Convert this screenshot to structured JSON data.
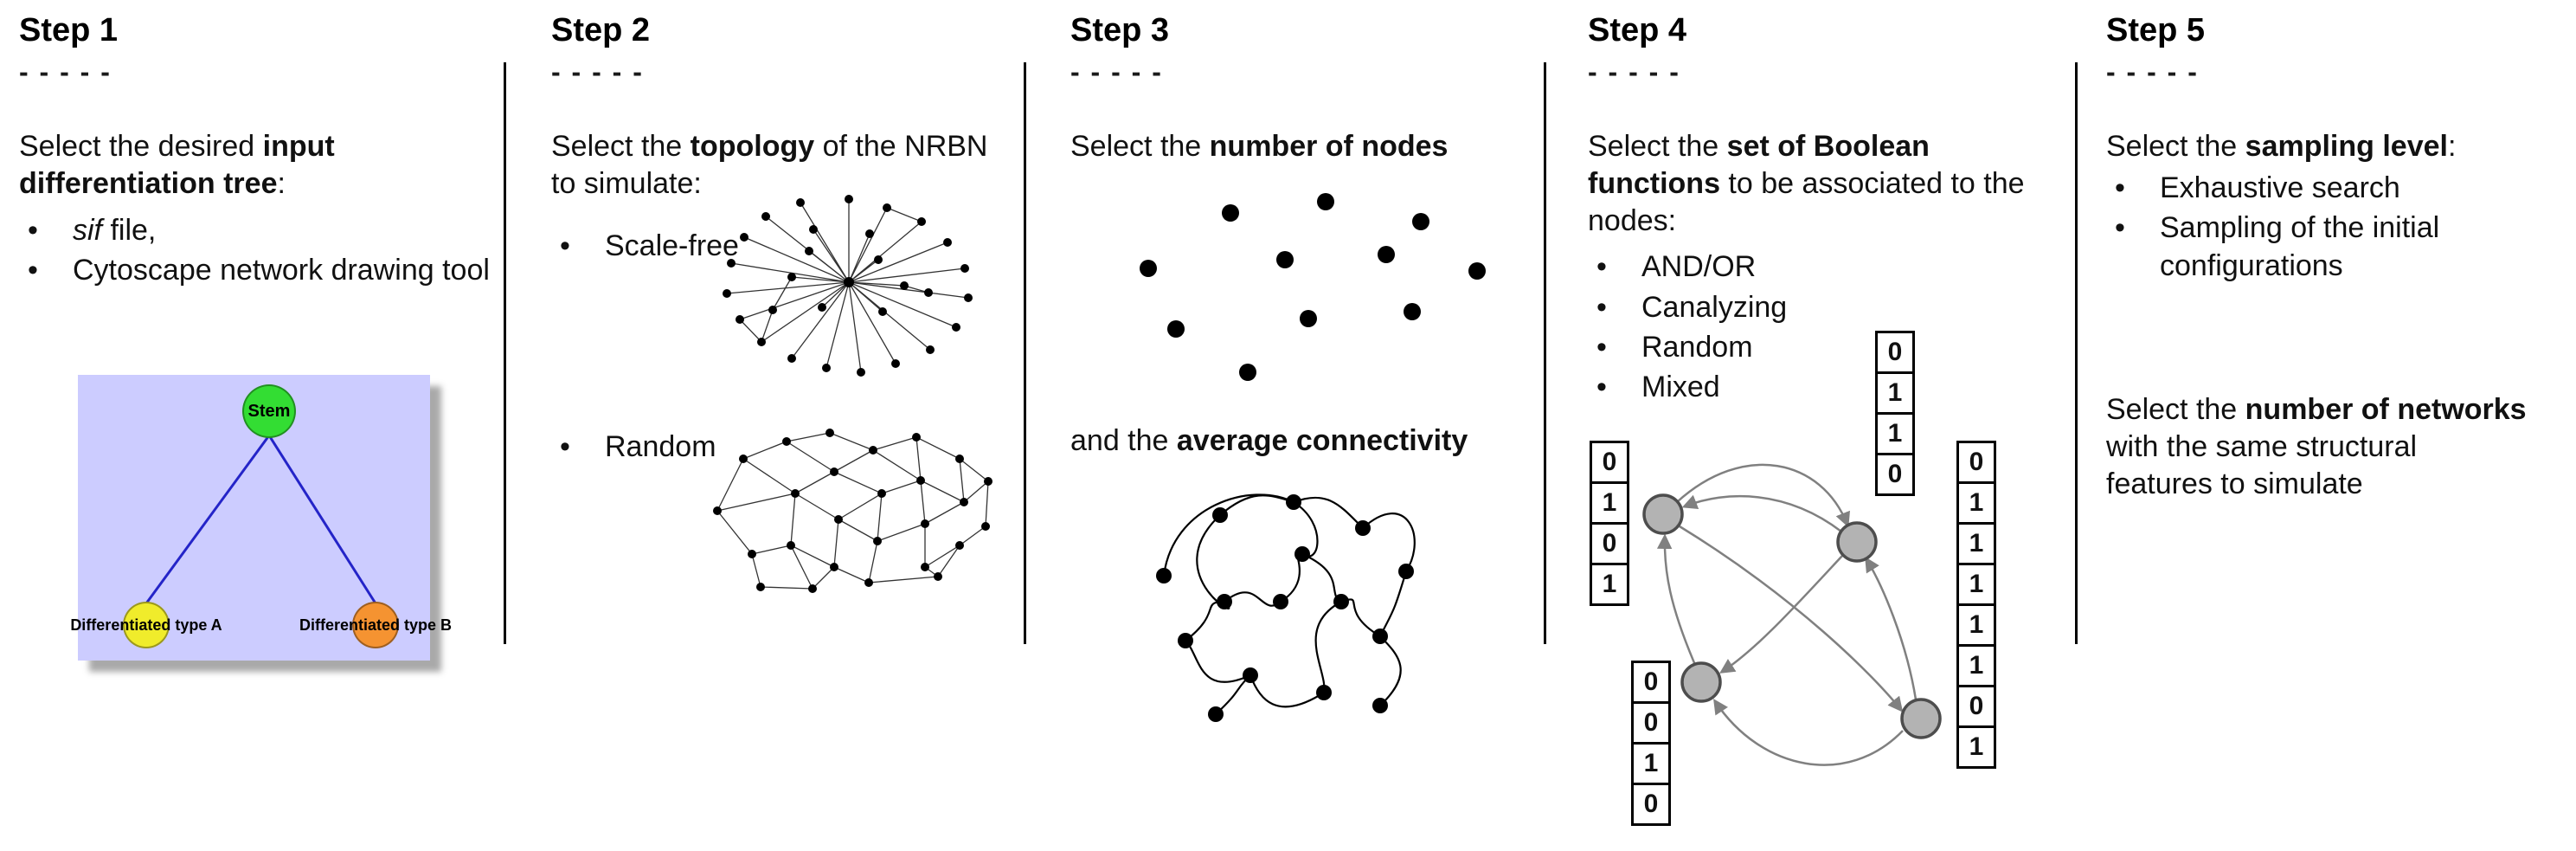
{
  "ui": {
    "bullet": "•"
  },
  "divider_color": "#000000",
  "steps": [
    {
      "title": "Step 1",
      "dashes": "- - - - -",
      "para": {
        "pre": "Select the desired ",
        "bold": "input differentiation tree",
        "post": ":"
      },
      "bullets": [
        {
          "italic": "sif",
          "rest": " file,"
        },
        {
          "text": "Cytoscape network drawing tool"
        }
      ],
      "tree": {
        "background": "#ccccff",
        "edge_color": "#2424c8",
        "nodes": [
          {
            "label": "Stem",
            "color": "#33dd33"
          },
          {
            "label": "Differentiated type A",
            "color": "#f0ec2b"
          },
          {
            "label": "Differentiated type B",
            "color": "#f59331"
          }
        ]
      }
    },
    {
      "title": "Step 2",
      "dashes": "- - - - -",
      "para": {
        "pre": "Select the ",
        "bold": "topology",
        "post": " of the NRBN to simulate:"
      },
      "bullets": [
        {
          "text": "Scale-free"
        },
        {
          "text": "Random"
        }
      ]
    },
    {
      "title": "Step 3",
      "dashes": "- - - - -",
      "para": {
        "pre": "Select the ",
        "bold": "number of nodes",
        "post": ""
      },
      "para2": {
        "pre": "and the ",
        "bold": "average connectivity",
        "post": ""
      }
    },
    {
      "title": "Step 4",
      "dashes": "- - - - -",
      "para": {
        "pre": "Select the ",
        "bold": "set of Boolean functions",
        "post": " to be associated to the nodes:"
      },
      "bullets": [
        {
          "text": "AND/OR"
        },
        {
          "text": "Canalyzing"
        },
        {
          "text": "Random"
        },
        {
          "text": "Mixed"
        }
      ],
      "graphic": {
        "node_color": "#b3b3b3",
        "node_border": "#4d4d4d",
        "edge_color": "#808080",
        "truth_tables": {
          "left": [
            "0",
            "1",
            "0",
            "1"
          ],
          "top": [
            "0",
            "1",
            "1",
            "0"
          ],
          "bottom": [
            "0",
            "0",
            "1",
            "0"
          ],
          "right": [
            "0",
            "1",
            "1",
            "1",
            "1",
            "1",
            "0",
            "1"
          ]
        }
      }
    },
    {
      "title": "Step 5",
      "dashes": "- - - - -",
      "para": {
        "pre": "Select the ",
        "bold": "sampling level",
        "post": ":"
      },
      "bullets": [
        {
          "text": "Exhaustive search"
        },
        {
          "text": "Sampling of the initial configurations"
        }
      ],
      "para2": {
        "pre": "Select the ",
        "bold": "number of networks",
        "post": " with the same structural features to simulate"
      }
    }
  ]
}
